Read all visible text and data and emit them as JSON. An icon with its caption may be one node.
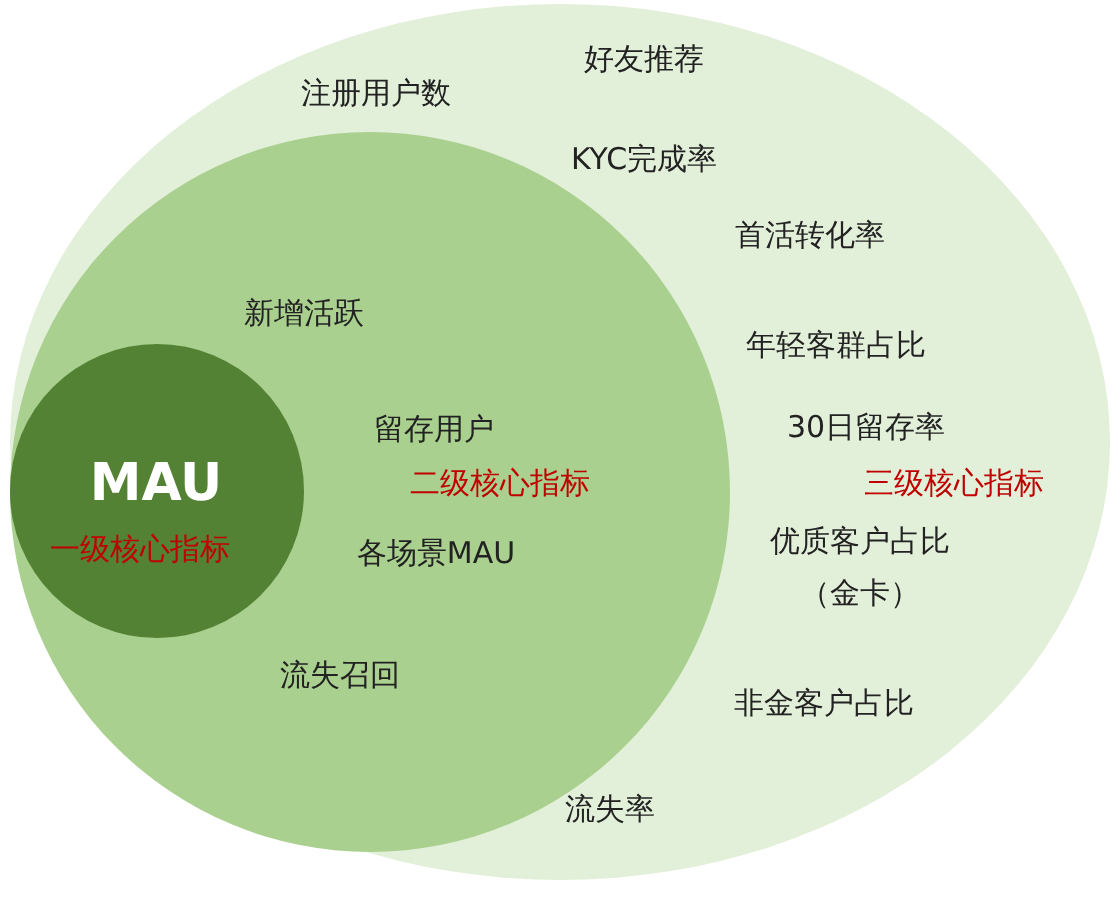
{
  "diagram": {
    "nodes": [
      {
        "text": [
          "三级核心指标"
        ]
      },
      {
        "text": [
          "二级核心指标"
        ],
        "in": 0
      },
      {
        "text": [
          "MAU",
          "一级核心指标"
        ],
        "in": 1
      }
    ],
    "labels": [
      "好友推荐",
      "注册用户数",
      "KYC完成率",
      "首活转化率",
      "新增活跃",
      "年轻客群占比",
      "留存用户",
      "30日留存率",
      "各场景MAU",
      "优质客户占比",
      "（金卡）",
      "流失召回",
      "非金客户占比",
      "流失率"
    ]
  }
}
